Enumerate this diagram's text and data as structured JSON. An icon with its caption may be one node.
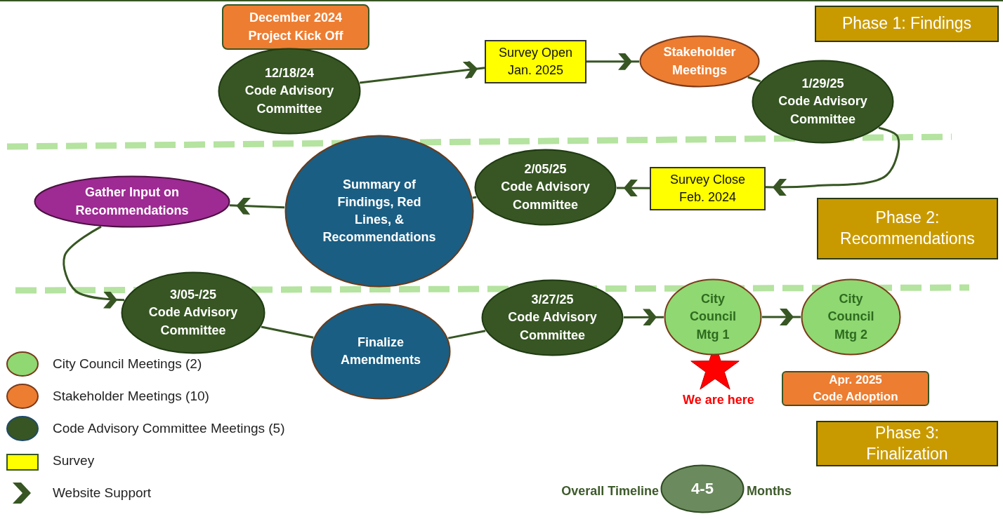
{
  "diagram": {
    "nodes": [
      {
        "text": [
          "December 2024 Project Kick Off"
        ]
      },
      {
        "text": [
          "12/18/24",
          "Code Advisory Committee"
        ]
      },
      {
        "text": [
          "Survey Open Jan. 2025"
        ]
      },
      {
        "text": [
          "Stakeholder Meetings"
        ]
      },
      {
        "text": [
          "1/29/25",
          "Code Advisory Committee"
        ]
      },
      {
        "text": [
          "Phase 1: Findings"
        ]
      },
      {
        "text": [
          "Survey Close Feb. 2024"
        ]
      },
      {
        "text": [
          "2/05/25",
          "Code Advisory Committee"
        ]
      },
      {
        "text": [
          "Summary of Findings, Red Lines, & Recommendations"
        ]
      },
      {
        "text": [
          "Gather Input on Recommendations"
        ]
      },
      {
        "text": [
          "Phase 2: Recommendations"
        ]
      },
      {
        "text": [
          "3/05-/25",
          "Code Advisory Committee"
        ]
      },
      {
        "text": [
          "Finalize Amendments"
        ]
      },
      {
        "text": [
          "3/27/25",
          "Code Advisory Committee"
        ]
      },
      {
        "text": [
          "City Council Mtg 1"
        ]
      },
      {
        "text": [
          "City Council Mtg 2"
        ]
      },
      {
        "text": [
          "Apr. 2025",
          "Code Adoption"
        ]
      },
      {
        "text": [
          "Phase 3: Finalization"
        ]
      },
      {
        "text": [
          "4-5"
        ],
        "beside": [
          "Overall Timeline",
          "Months"
        ]
      }
    ],
    "edges": [
      {
        "from": 1,
        "to": 2,
        "arrow": "to"
      },
      {
        "from": 2,
        "to": 3,
        "arrow": "to"
      },
      {
        "from": 3,
        "to": 4,
        "arrow": "none"
      },
      {
        "from": 4,
        "to": 6,
        "arrow": "to"
      },
      {
        "from": 6,
        "to": 7,
        "arrow": "to"
      },
      {
        "from": 7,
        "to": 8,
        "arrow": "none"
      },
      {
        "from": 8,
        "to": 9,
        "arrow": "to"
      },
      {
        "from": 9,
        "to": 11,
        "arrow": "to"
      },
      {
        "from": 11,
        "to": 12,
        "arrow": "none"
      },
      {
        "from": 12,
        "to": 13,
        "arrow": "none"
      },
      {
        "from": 13,
        "to": 14,
        "arrow": "to"
      },
      {
        "from": 14,
        "to": 15,
        "arrow": "to"
      }
    ],
    "labels": [
      "We are here"
    ],
    "legend": [
      {
        "text": "City Council Meetings (2)",
        "color": "#8fd872"
      },
      {
        "text": "Stakeholder Meetings (10)",
        "color": "#ed7d31"
      },
      {
        "text": "Code Advisory Committee Meetings (5)",
        "color": "#375623"
      },
      {
        "text": "Survey",
        "color": "#ffff00"
      },
      {
        "text": "Website Support"
      }
    ]
  }
}
